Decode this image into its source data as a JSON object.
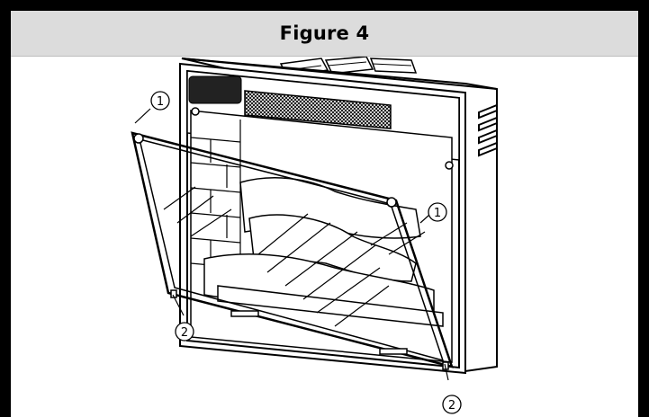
{
  "figure": {
    "title": "Figure 4"
  },
  "callouts": [
    {
      "label": "1"
    },
    {
      "label": "1"
    },
    {
      "label": "2"
    },
    {
      "label": "2"
    }
  ],
  "colors": {
    "frame": "#000000",
    "header_background": "#dcdcdc",
    "glass_screen_dots": "#1a1a1a"
  }
}
